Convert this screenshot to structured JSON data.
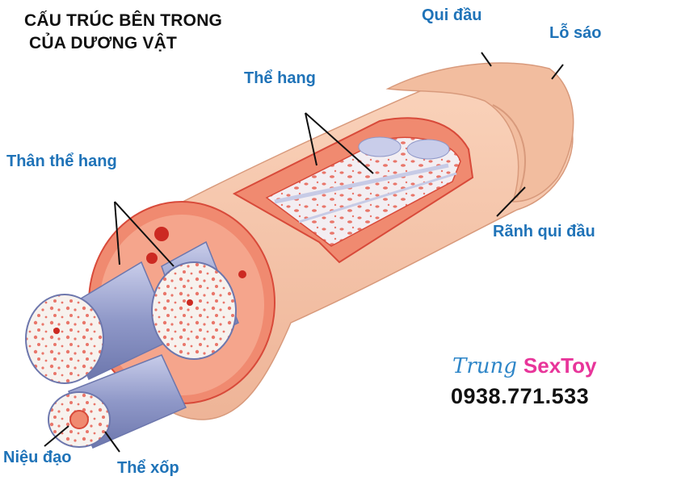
{
  "title": {
    "line1": "CẤU TRÚC BÊN TRONG",
    "line2": "CỦA DƯƠNG VẬT"
  },
  "labels": {
    "qui_dau": "Qui đầu",
    "lo_sao": "Lỗ sáo",
    "the_hang": "Thể hang",
    "than_the_hang": "Thân thể hang",
    "ranh_qui_dau": "Rãnh qui đầu",
    "nieu_dao": "Niệu đạo",
    "the_xop": "Thể xốp"
  },
  "watermark": {
    "brand_name": "Trung",
    "brand_product": "SexToy",
    "phone": "0938.771.533"
  },
  "colors": {
    "skin": "#f7c6a8",
    "skin_shadow": "#e8a98a",
    "tissue": "#f08a70",
    "tissue_dark": "#d84a3a",
    "vessel": "#cc2a22",
    "sponge_bg": "#f7f2ee",
    "sponge_spot": "#e9766a",
    "tube": "#8f98c8",
    "tube_light": "#c9cdea",
    "label_blue": "#1f73b8"
  }
}
